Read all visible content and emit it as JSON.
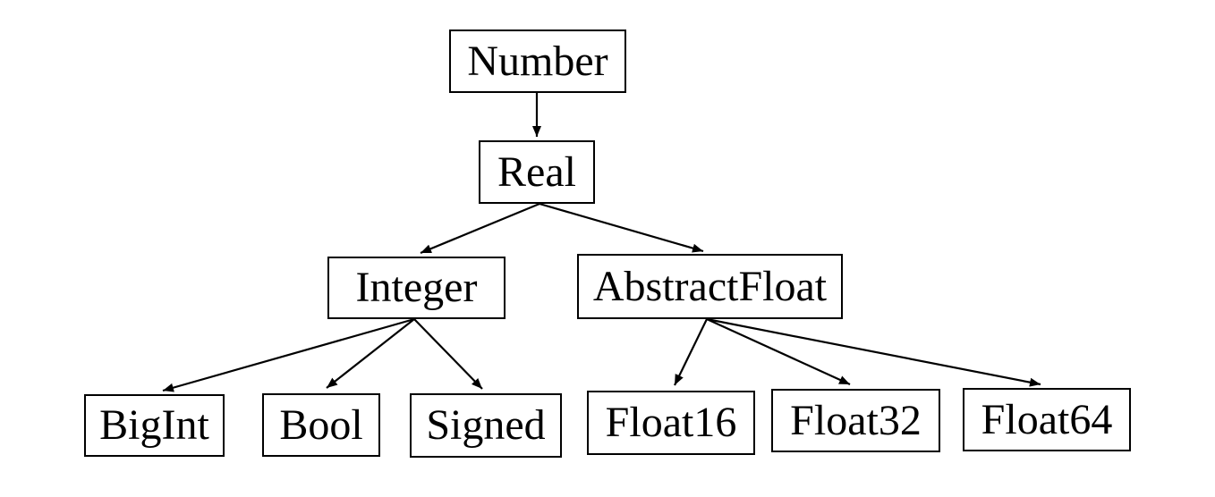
{
  "diagram": {
    "type": "tree",
    "root": "Number"
  },
  "nodes": [
    {
      "id": "number",
      "label": "Number"
    },
    {
      "id": "real",
      "label": "Real"
    },
    {
      "id": "integer",
      "label": "Integer"
    },
    {
      "id": "abstractfloat",
      "label": "AbstractFloat"
    },
    {
      "id": "bigint",
      "label": "BigInt"
    },
    {
      "id": "bool",
      "label": "Bool"
    },
    {
      "id": "signed",
      "label": "Signed"
    },
    {
      "id": "float16",
      "label": "Float16"
    },
    {
      "id": "float32",
      "label": "Float32"
    },
    {
      "id": "float64",
      "label": "Float64"
    }
  ],
  "edges": [
    {
      "from": "Number",
      "to": "Real"
    },
    {
      "from": "Real",
      "to": "Integer"
    },
    {
      "from": "Real",
      "to": "AbstractFloat"
    },
    {
      "from": "Integer",
      "to": "BigInt"
    },
    {
      "from": "Integer",
      "to": "Bool"
    },
    {
      "from": "Integer",
      "to": "Signed"
    },
    {
      "from": "AbstractFloat",
      "to": "Float16"
    },
    {
      "from": "AbstractFloat",
      "to": "Float32"
    },
    {
      "from": "AbstractFloat",
      "to": "Float64"
    }
  ],
  "colors": {
    "background": "#ffffff",
    "box_border": "#000000",
    "text": "#000000",
    "arrow": "#000000"
  }
}
